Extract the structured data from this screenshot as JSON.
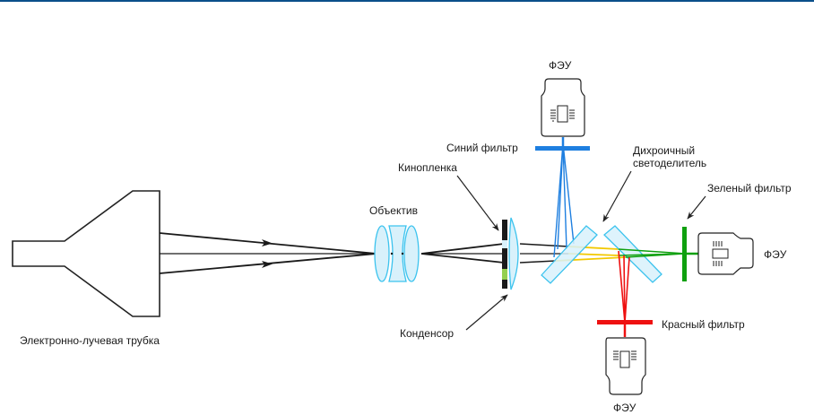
{
  "diagram": {
    "title": "",
    "labels": {
      "crt": "Электронно-лучевая трубка",
      "objective": "Объектив",
      "film": "Кинопленка",
      "condenser": "Конденсор",
      "blue_filter": "Синий фильтр",
      "dichroic_line1": "Дихроичный",
      "dichroic_line2": "светоделитель",
      "green_filter": "Зеленый фильтр",
      "red_filter": "Красный фильтр",
      "pmt_top": "ФЭУ",
      "pmt_right": "ФЭУ",
      "pmt_bottom": "ФЭУ"
    },
    "colors": {
      "accent_bar": "#0b4f8a",
      "blue_channel": "#1e7fe0",
      "green_channel": "#0fa00f",
      "red_channel": "#ee1111",
      "yellow_channel": "#f2c800",
      "optics_fill": "#d8f1fb",
      "optics_stroke": "#3cc3ee",
      "film_green": "#94d050",
      "outline": "#222222"
    }
  }
}
